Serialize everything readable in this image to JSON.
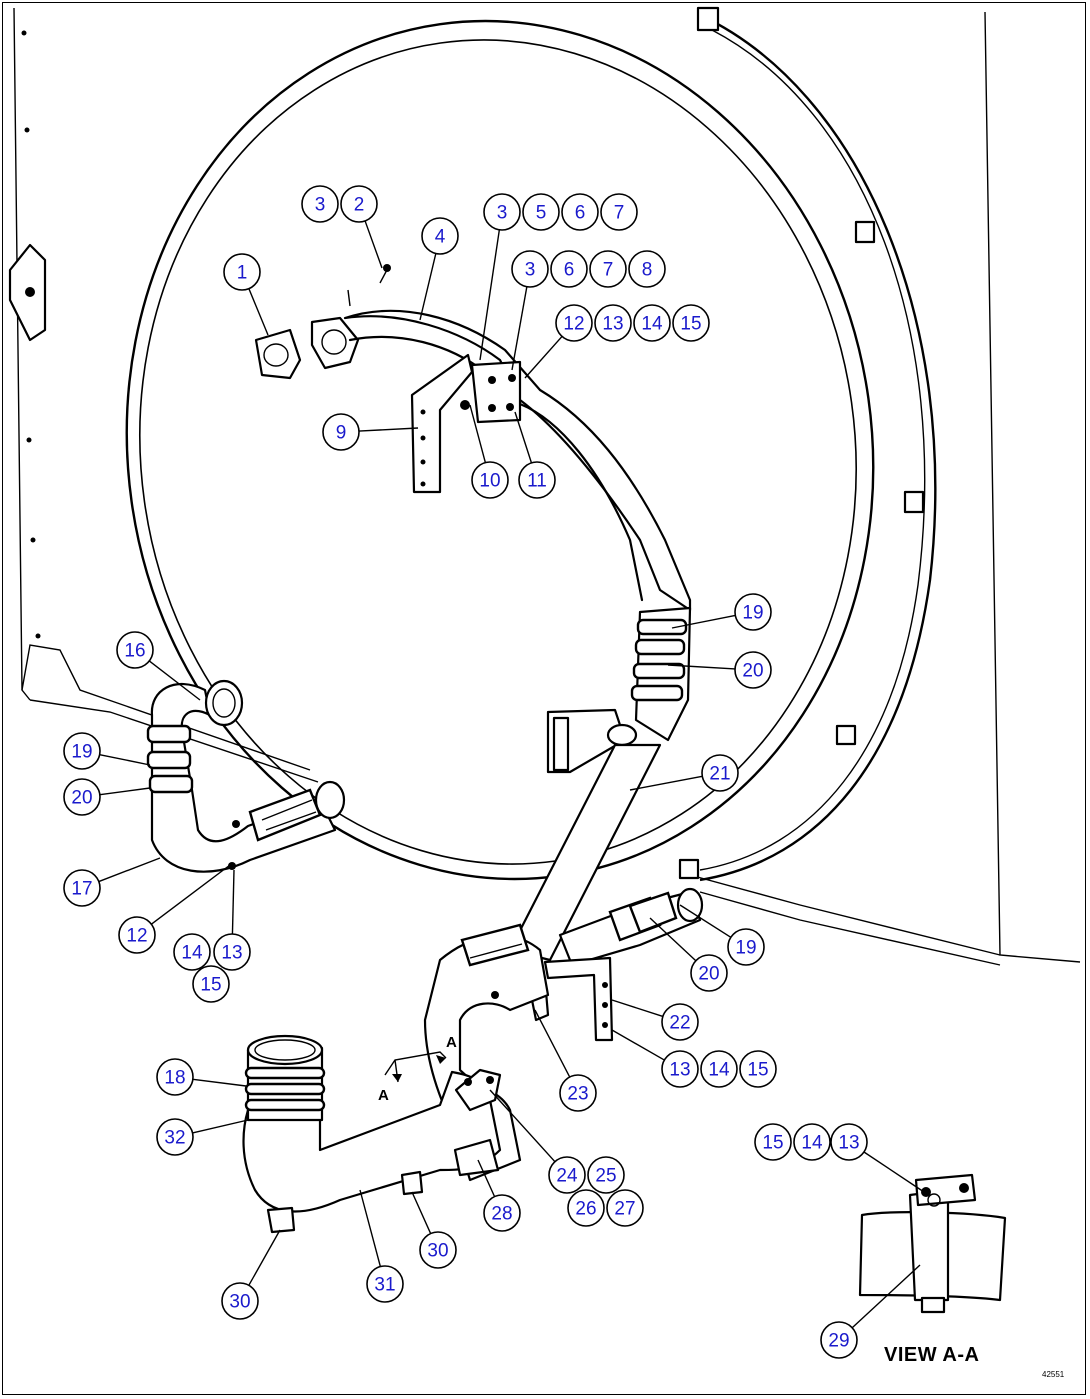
{
  "diagram": {
    "view_label": "VIEW A-A",
    "drawing_number": "42551",
    "section_marks": [
      "A",
      "A"
    ],
    "callouts": [
      {
        "id": "c1",
        "label": "1"
      },
      {
        "id": "c2",
        "label": "2"
      },
      {
        "id": "c3a",
        "label": "3"
      },
      {
        "id": "c4",
        "label": "4"
      },
      {
        "id": "c3b",
        "label": "3"
      },
      {
        "id": "c5",
        "label": "5"
      },
      {
        "id": "c6a",
        "label": "6"
      },
      {
        "id": "c7a",
        "label": "7"
      },
      {
        "id": "c3c",
        "label": "3"
      },
      {
        "id": "c6b",
        "label": "6"
      },
      {
        "id": "c7b",
        "label": "7"
      },
      {
        "id": "c8",
        "label": "8"
      },
      {
        "id": "c12a",
        "label": "12"
      },
      {
        "id": "c13a",
        "label": "13"
      },
      {
        "id": "c14a",
        "label": "14"
      },
      {
        "id": "c15a",
        "label": "15"
      },
      {
        "id": "c9",
        "label": "9"
      },
      {
        "id": "c10",
        "label": "10"
      },
      {
        "id": "c11",
        "label": "11"
      },
      {
        "id": "c19a",
        "label": "19"
      },
      {
        "id": "c20a",
        "label": "20"
      },
      {
        "id": "c16",
        "label": "16"
      },
      {
        "id": "c19b",
        "label": "19"
      },
      {
        "id": "c20b",
        "label": "20"
      },
      {
        "id": "c21",
        "label": "21"
      },
      {
        "id": "c17",
        "label": "17"
      },
      {
        "id": "c12b",
        "label": "12"
      },
      {
        "id": "c14b",
        "label": "14"
      },
      {
        "id": "c13b",
        "label": "13"
      },
      {
        "id": "c15b",
        "label": "15"
      },
      {
        "id": "c19c",
        "label": "19"
      },
      {
        "id": "c20c",
        "label": "20"
      },
      {
        "id": "c22",
        "label": "22"
      },
      {
        "id": "c13c",
        "label": "13"
      },
      {
        "id": "c14c",
        "label": "14"
      },
      {
        "id": "c15c",
        "label": "15"
      },
      {
        "id": "c18",
        "label": "18"
      },
      {
        "id": "c23",
        "label": "23"
      },
      {
        "id": "c32",
        "label": "32"
      },
      {
        "id": "c24",
        "label": "24"
      },
      {
        "id": "c25",
        "label": "25"
      },
      {
        "id": "c26",
        "label": "26"
      },
      {
        "id": "c27",
        "label": "27"
      },
      {
        "id": "c15d",
        "label": "15"
      },
      {
        "id": "c14d",
        "label": "14"
      },
      {
        "id": "c13d",
        "label": "13"
      },
      {
        "id": "c28",
        "label": "28"
      },
      {
        "id": "c30a",
        "label": "30"
      },
      {
        "id": "c30b",
        "label": "30"
      },
      {
        "id": "c31",
        "label": "31"
      },
      {
        "id": "c29",
        "label": "29"
      }
    ]
  }
}
